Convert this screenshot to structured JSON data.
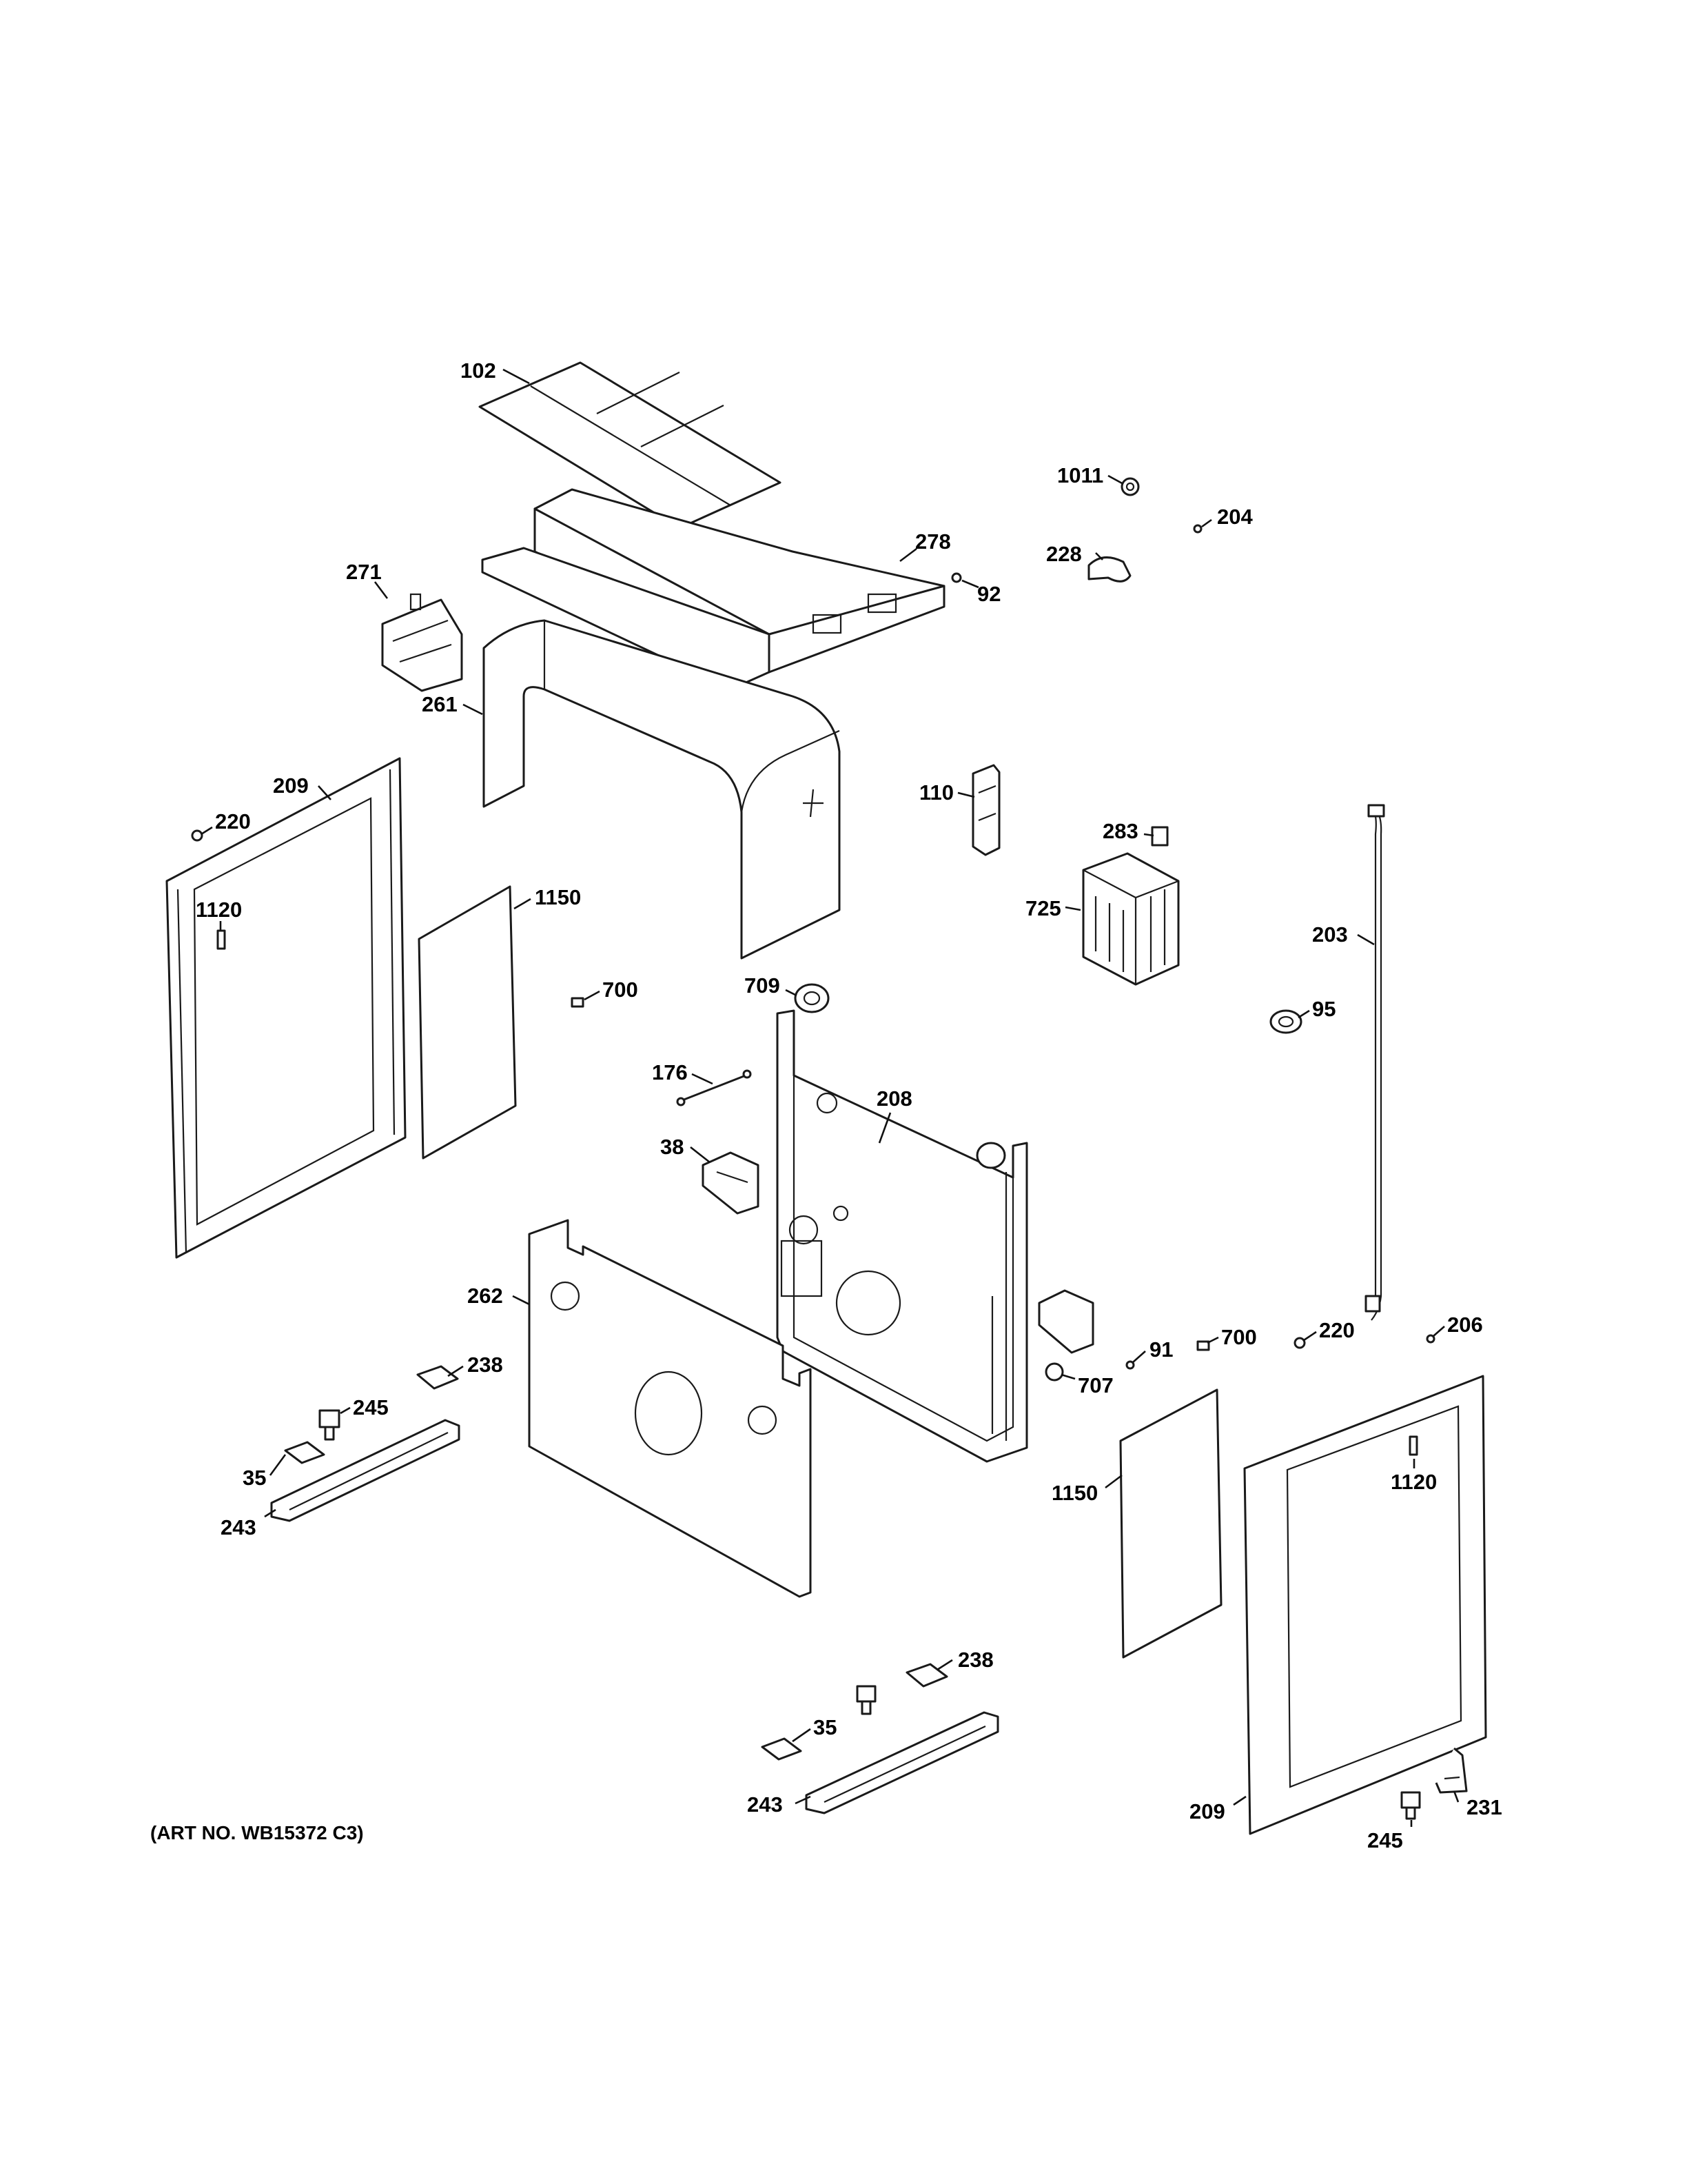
{
  "caption": "(ART NO. WB15372 C3)",
  "callouts": [
    {
      "id": "c102",
      "label": "102"
    },
    {
      "id": "c1011",
      "label": "1011"
    },
    {
      "id": "c204",
      "label": "204"
    },
    {
      "id": "c278",
      "label": "278"
    },
    {
      "id": "c228",
      "label": "228"
    },
    {
      "id": "c92",
      "label": "92"
    },
    {
      "id": "c271",
      "label": "271"
    },
    {
      "id": "c261",
      "label": "261"
    },
    {
      "id": "c209a",
      "label": "209"
    },
    {
      "id": "c220a",
      "label": "220"
    },
    {
      "id": "c110",
      "label": "110"
    },
    {
      "id": "c283",
      "label": "283"
    },
    {
      "id": "c1120a",
      "label": "1120"
    },
    {
      "id": "c1150a",
      "label": "1150"
    },
    {
      "id": "c725",
      "label": "725"
    },
    {
      "id": "c203",
      "label": "203"
    },
    {
      "id": "c700a",
      "label": "700"
    },
    {
      "id": "c709",
      "label": "709"
    },
    {
      "id": "c95",
      "label": "95"
    },
    {
      "id": "c176",
      "label": "176"
    },
    {
      "id": "c208",
      "label": "208"
    },
    {
      "id": "c38",
      "label": "38"
    },
    {
      "id": "c262",
      "label": "262"
    },
    {
      "id": "c238a",
      "label": "238"
    },
    {
      "id": "c245a",
      "label": "245"
    },
    {
      "id": "c35a",
      "label": "35"
    },
    {
      "id": "c243a",
      "label": "243"
    },
    {
      "id": "c91",
      "label": "91"
    },
    {
      "id": "c700b",
      "label": "700"
    },
    {
      "id": "c220b",
      "label": "220"
    },
    {
      "id": "c206",
      "label": "206"
    },
    {
      "id": "c707",
      "label": "707"
    },
    {
      "id": "c1120b",
      "label": "1120"
    },
    {
      "id": "c1150b",
      "label": "1150"
    },
    {
      "id": "c238b",
      "label": "238"
    },
    {
      "id": "c35b",
      "label": "35"
    },
    {
      "id": "c243b",
      "label": "243"
    },
    {
      "id": "c209b",
      "label": "209"
    },
    {
      "id": "c231",
      "label": "231"
    },
    {
      "id": "c245b",
      "label": "245"
    }
  ]
}
